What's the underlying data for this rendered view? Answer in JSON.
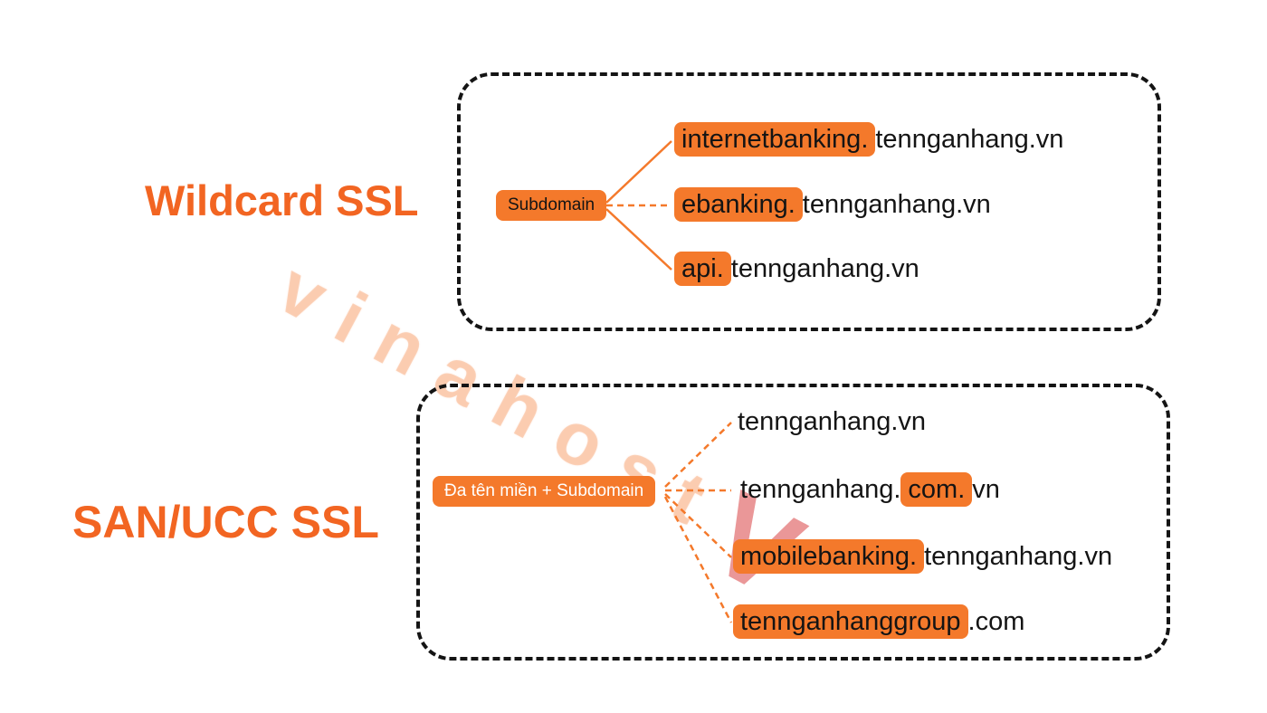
{
  "watermark": {
    "text": "vinahost",
    "logo": "V"
  },
  "colors": {
    "accent": "#F4792B",
    "title": "#F26522",
    "text": "#141414",
    "highlight_bg": "#F4792B",
    "box_border": "#141414"
  },
  "sections": [
    {
      "title": "Wildcard SSL",
      "node_label": "Subdomain",
      "domains": [
        {
          "pre": "",
          "hl": "internetbanking.",
          "post": "tennganhang.vn"
        },
        {
          "pre": "",
          "hl": "ebanking.",
          "post": "tennganhang.vn"
        },
        {
          "pre": "",
          "hl": "api.",
          "post": "tennganhang.vn"
        }
      ]
    },
    {
      "title": "SAN/UCC SSL",
      "node_label": "Đa tên miền + Subdomain",
      "domains": [
        {
          "pre": "tennganhang.vn",
          "hl": "",
          "post": ""
        },
        {
          "pre": "tennganhang.",
          "hl": "com.",
          "post": "vn"
        },
        {
          "pre": "",
          "hl": "mobilebanking.",
          "post": "tennganhang.vn"
        },
        {
          "pre": "",
          "hl": "tennganhanggroup",
          "post": ".com"
        }
      ]
    }
  ]
}
